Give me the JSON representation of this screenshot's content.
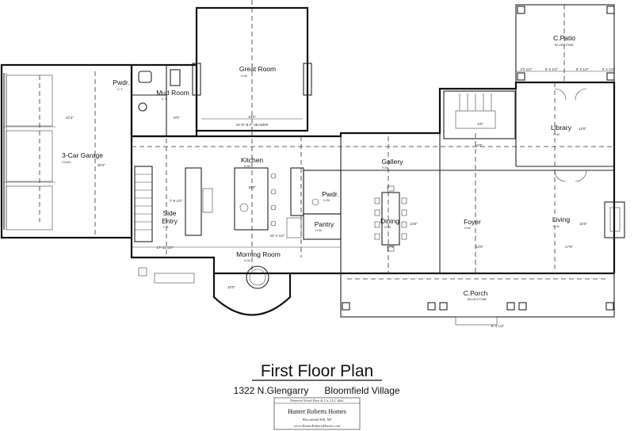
{
  "title": "First Floor Plan",
  "address": "1322 N.Glengarry",
  "location": "Bloomfield Village",
  "rooms": {
    "patio": {
      "name": "C.Patio",
      "sub": "BLUESTONE"
    },
    "great_room": {
      "name": "Great Room",
      "sub": "H.W."
    },
    "pwdr_upper": {
      "name": "Pwdr.",
      "sub": "C.T."
    },
    "mud_room": {
      "name": "Mud Room",
      "sub": "C.T."
    },
    "garage": {
      "name": "3-Car Garage",
      "sub": "CONC."
    },
    "kitchen": {
      "name": "Kitchen",
      "sub": "H.W."
    },
    "gallery": {
      "name": "Gallery",
      "sub": "H.W."
    },
    "library": {
      "name": "Library",
      "sub": "H.W."
    },
    "pwdr_lower": {
      "name": "Pwdr.",
      "sub": "H.W."
    },
    "pantry": {
      "name": "Pantry",
      "sub": "H.W."
    },
    "dining": {
      "name": "Dining",
      "sub": "H.W."
    },
    "foyer": {
      "name": "Foyer",
      "sub": "H.W."
    },
    "living": {
      "name": "Living",
      "sub": "H.W."
    },
    "side_entry_line1": "Side",
    "side_entry_line2": "Entry",
    "side_entry_sub": "C.T.",
    "morning_room": {
      "name": "Morning Room",
      "sub": "H.W."
    },
    "porch": {
      "name": "C.Porch",
      "sub": "BLUESTONE"
    }
  },
  "dimensions": {
    "great_room_w": "19'0\"",
    "great_header": "15'-0\" B.P. HEADER",
    "mud_w": "6'0\"",
    "garage_w": "22'4\"",
    "garage_d": "30'4\"",
    "side_entry_d": "7'-8 1/2\"",
    "side_entry_w": "17'-11 1/2\"",
    "kitchen_w": "18'0\"",
    "morning_w": "24'-4 1/2\"",
    "morning_d": "10'0\"",
    "dining_w": "17'0\"",
    "dining_d": "13'6\"",
    "foyer_d": "13'0\"",
    "living_w": "17'6\"",
    "living_d": "16'0\"",
    "library_d": "13'0\"",
    "gallery_w": "10'0\"",
    "patio_d1": "2'0 1/2\"",
    "patio_d2": "5'-3 1/2\"",
    "patio_d3": "5'-3 1/2\"",
    "patio_d4": "2'-1 1/2\"",
    "porch_d": "6'-4 1/2\"",
    "stair_w": "4'0\""
  },
  "brand": {
    "line1": "Peterson Wood Bros & Co, LLC dba:",
    "name": "Hunter Roberts Homes",
    "city": "Bloomfield Hill, MI",
    "web": "www.HunterRobertsHomes.com"
  }
}
